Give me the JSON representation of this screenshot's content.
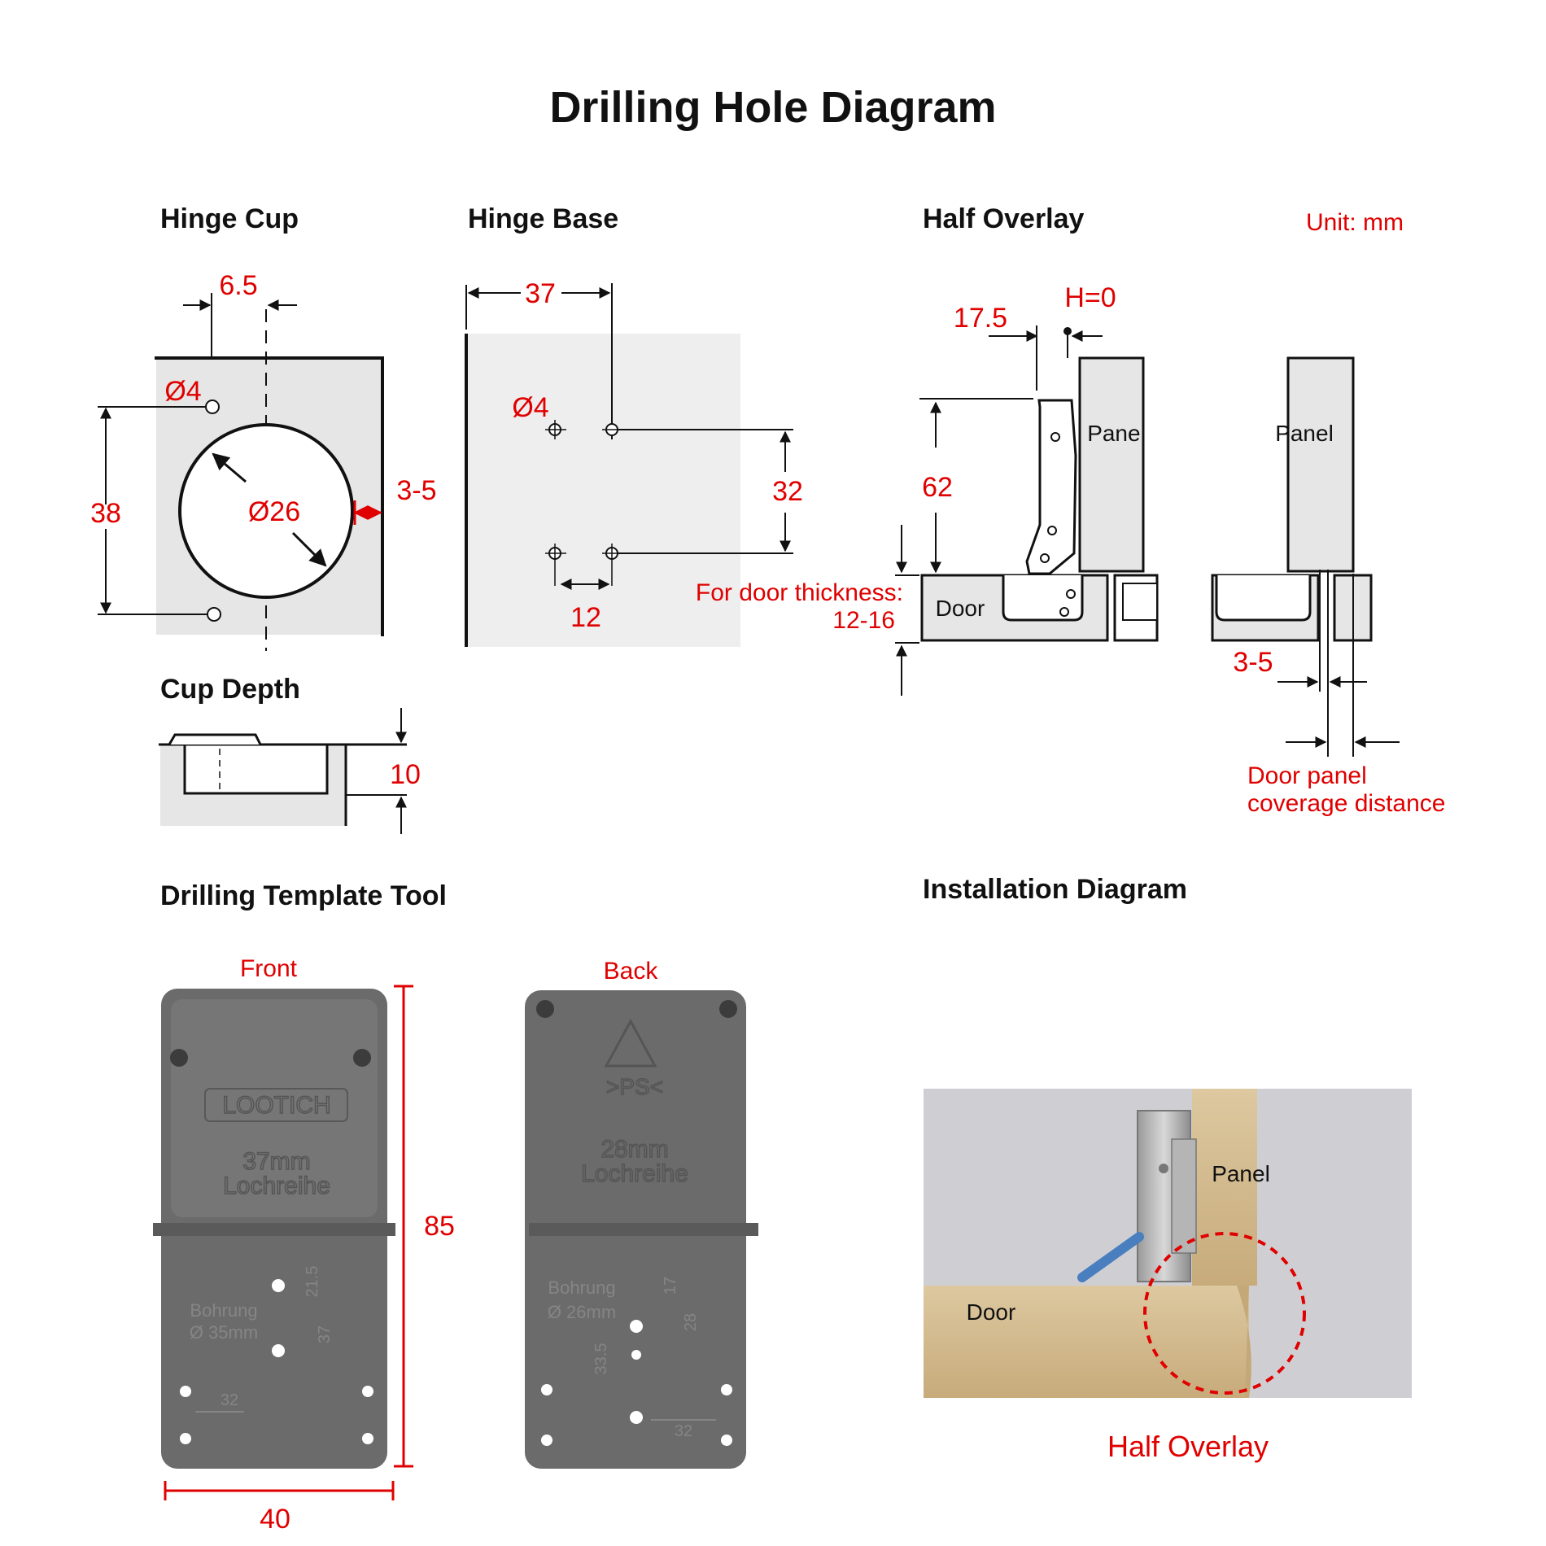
{
  "title": "Drilling Hole Diagram",
  "unit": "Unit: mm",
  "hinge_cup": {
    "heading": "Hinge Cup",
    "dim_offset": "6.5",
    "dim_hole": "Ø4",
    "dim_cup": "Ø26",
    "dim_height": "38",
    "dim_edge": "3-5"
  },
  "hinge_base": {
    "heading": "Hinge Base",
    "dim_width": "37",
    "dim_hole": "Ø4",
    "dim_vertical": "32",
    "dim_horizontal": "12"
  },
  "half_overlay": {
    "heading": "Half Overlay",
    "dim_h": "H=0",
    "dim_offset": "17.5",
    "dim_height": "62",
    "panel_label": "Panel",
    "panel_label_2": "Panel",
    "door_label": "Door",
    "door_thickness_line1": "For door thickness:",
    "door_thickness_line2": "12-16",
    "dim_gap": "3-5",
    "coverage_line1": "Door panel",
    "coverage_line2": "coverage distance"
  },
  "cup_depth": {
    "heading": "Cup Depth",
    "dim_depth": "10"
  },
  "template_tool": {
    "heading": "Drilling Template Tool",
    "front_label": "Front",
    "back_label": "Back",
    "dim_height": "85",
    "dim_width": "40",
    "front_brand": "LOOTICH",
    "front_row_line1": "37mm",
    "front_row_line2": "Lochreihe",
    "front_bore_line1": "Bohrung",
    "front_bore_line2": "Ø 35mm",
    "front_mark_32": "32",
    "front_mark_37": "37",
    "front_mark_21": "21.5",
    "back_recycle": ">PS<",
    "back_row_line1": "28mm",
    "back_row_line2": "Lochreihe",
    "back_bore_line1": "Bohrung",
    "back_bore_line2": "Ø 26mm",
    "back_mark_32": "32",
    "back_mark_33": "33.5",
    "back_mark_28": "28",
    "back_mark_17": "17"
  },
  "installation": {
    "heading": "Installation Diagram",
    "panel_label": "Panel",
    "door_label": "Door",
    "caption": "Half Overlay"
  },
  "colors": {
    "accent": "#e00000",
    "panel_fill": "#e6e6e6",
    "template_fill": "#6b6b6b"
  }
}
